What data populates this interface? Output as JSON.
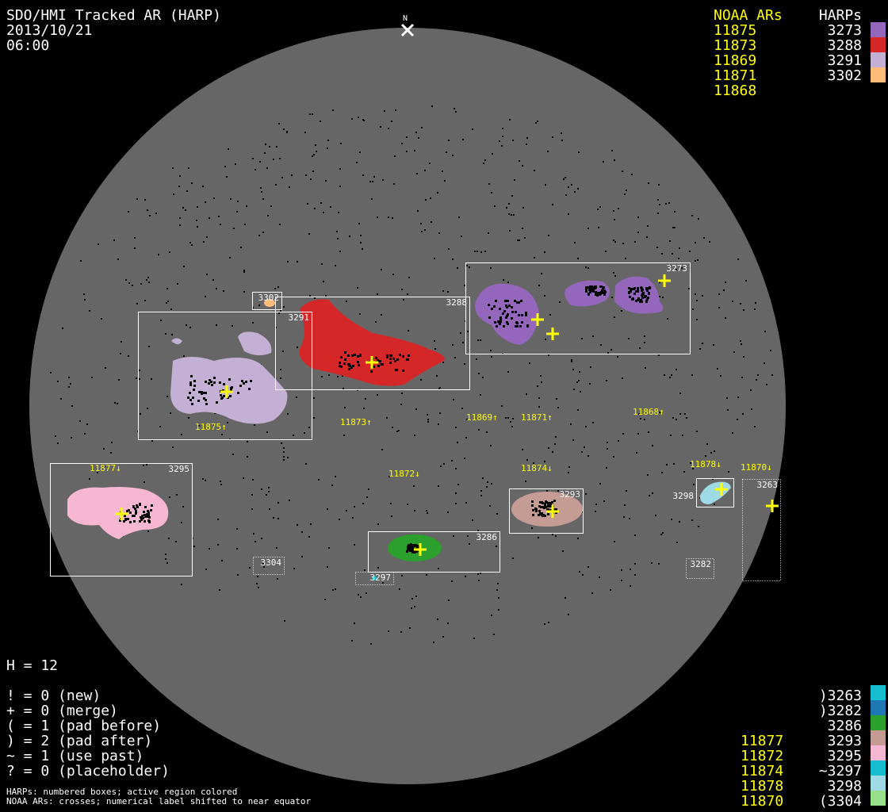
{
  "header": {
    "title": "SDO/HMI Tracked AR (HARP)",
    "date": "2013/10/21",
    "time": "06:00",
    "north_label": "N"
  },
  "top_legend": {
    "noaa_header": "NOAA ARs",
    "harp_header": "HARPs",
    "noaa": [
      "11875",
      "11873",
      "11869",
      "11871",
      "11868"
    ],
    "harps": [
      {
        "id": "3273",
        "color": "#9467bd"
      },
      {
        "id": "3288",
        "color": "#d62728"
      },
      {
        "id": "3291",
        "color": "#c5b0d5"
      },
      {
        "id": "3302",
        "color": "#ffbb78"
      }
    ]
  },
  "bottom_legend": {
    "noaa": [
      "11877",
      "11872",
      "11874",
      "11878",
      "11870"
    ],
    "harps": [
      {
        "id": ")3263",
        "color": "#17becf"
      },
      {
        "id": ")3282",
        "color": "#1f77b4"
      },
      {
        "id": "3286",
        "color": "#2ca02c"
      },
      {
        "id": "3293",
        "color": "#c49c94"
      },
      {
        "id": "3295",
        "color": "#f7b6d2"
      },
      {
        "id": "~3297",
        "color": "#17becf"
      },
      {
        "id": "3298",
        "color": "#9edae5"
      },
      {
        "id": "(3304",
        "color": "#98df8a"
      }
    ]
  },
  "stats": {
    "h": "H = 12",
    "lines": [
      "! = 0 (new)",
      "+ = 0 (merge)",
      "( = 1 (pad before)",
      ") = 2 (pad after)",
      "~ = 1 (use past)",
      "? = 0 (placeholder)"
    ]
  },
  "notes": [
    "HARPs: numbered boxes; active region colored",
    "NOAA ARs: crosses; numerical label shifted to near equator"
  ],
  "disk": {
    "harp_boxes": [
      "3273",
      "3288",
      "3291",
      "3302",
      "3295",
      "3293",
      "3286",
      "3297",
      "3304",
      "3298",
      "3263",
      "3282"
    ],
    "noaa_labels": [
      "11875↑",
      "11873↑",
      "11869↑",
      "11871↑",
      "11868↑",
      "11877↓",
      "11872↓",
      "11874↓",
      "11878↓",
      "11870↓"
    ]
  },
  "colors": {
    "disk": "#666666",
    "noaa": "#ffff00",
    "box": "#ffffff"
  }
}
